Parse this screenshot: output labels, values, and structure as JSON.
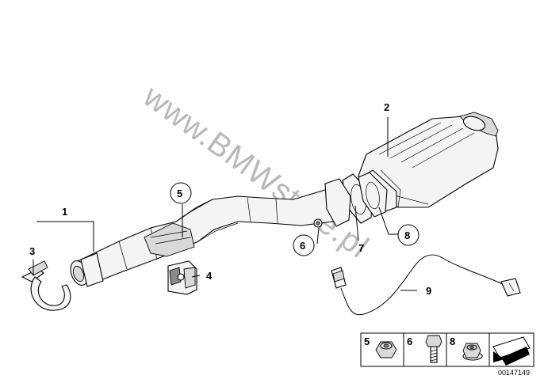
{
  "watermark": "www.BMWstore.pl",
  "callouts": {
    "c1": "1",
    "c2": "2",
    "c3": "3",
    "c4": "4",
    "c5": "5",
    "c6": "6",
    "c7": "7",
    "c8": "8",
    "c9": "9"
  },
  "legend": {
    "l5": "5",
    "l6": "6",
    "l8": "8"
  },
  "reference_number": "00147149"
}
